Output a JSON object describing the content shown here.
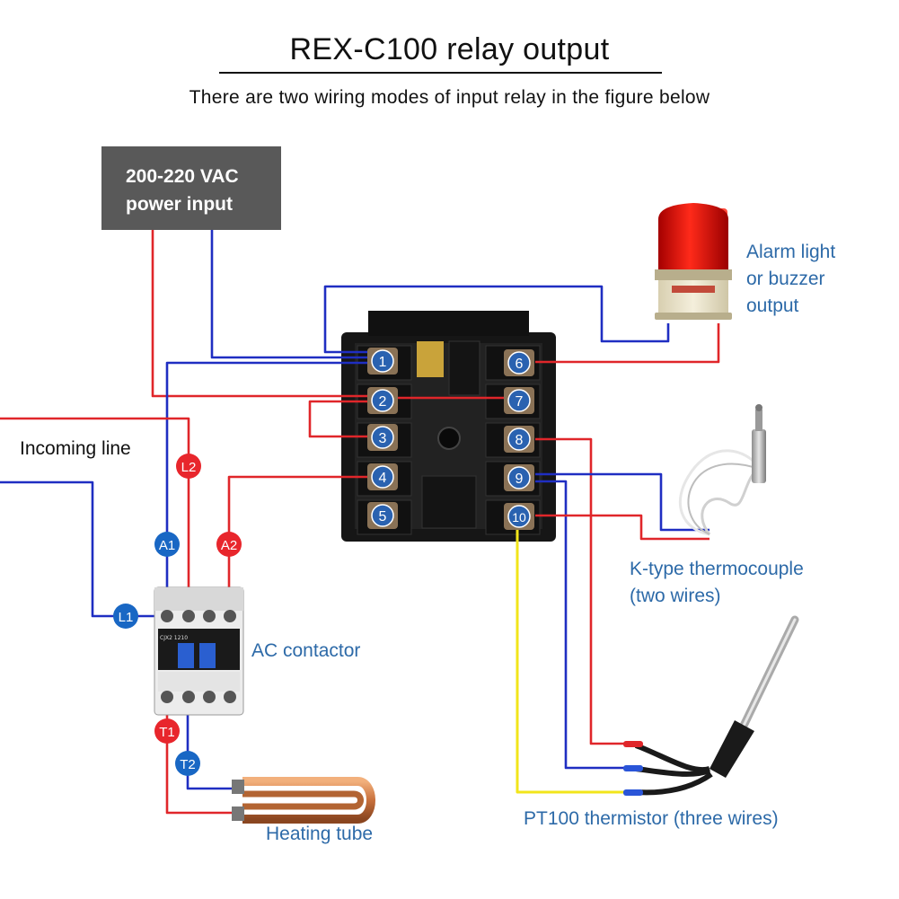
{
  "title": "REX-C100 relay output",
  "subtitle": "There are two wiring modes of input relay in the figure below",
  "power_box": {
    "line1": "200-220 VAC",
    "line2": "power input"
  },
  "labels": {
    "alarm": [
      "Alarm light",
      "or buzzer",
      "output"
    ],
    "incoming_line": "Incoming line",
    "ac_contactor": "AC contactor",
    "k_type": [
      "K-type thermocouple",
      "(two wires)"
    ],
    "pt100": "PT100 thermistor (three wires)",
    "heating_tube": "Heating tube"
  },
  "terminals": [
    "1",
    "2",
    "3",
    "4",
    "5",
    "6",
    "7",
    "8",
    "9",
    "10"
  ],
  "wire_tags": {
    "l2": "L2",
    "a1": "A1",
    "a2": "A2",
    "l1": "L1",
    "t1": "T1",
    "t2": "T2"
  },
  "contactor_text": "CJX2 1210",
  "colors": {
    "red_wire": "#e0262a",
    "blue_wire": "#1f2ec2",
    "yellow_wire": "#f2e51a",
    "tag_red": "#e8262c",
    "tag_blue": "#1967c4",
    "terminal_blue": "#2a62b0",
    "label_blue": "#2d6aa8",
    "box_gray": "#595959"
  }
}
